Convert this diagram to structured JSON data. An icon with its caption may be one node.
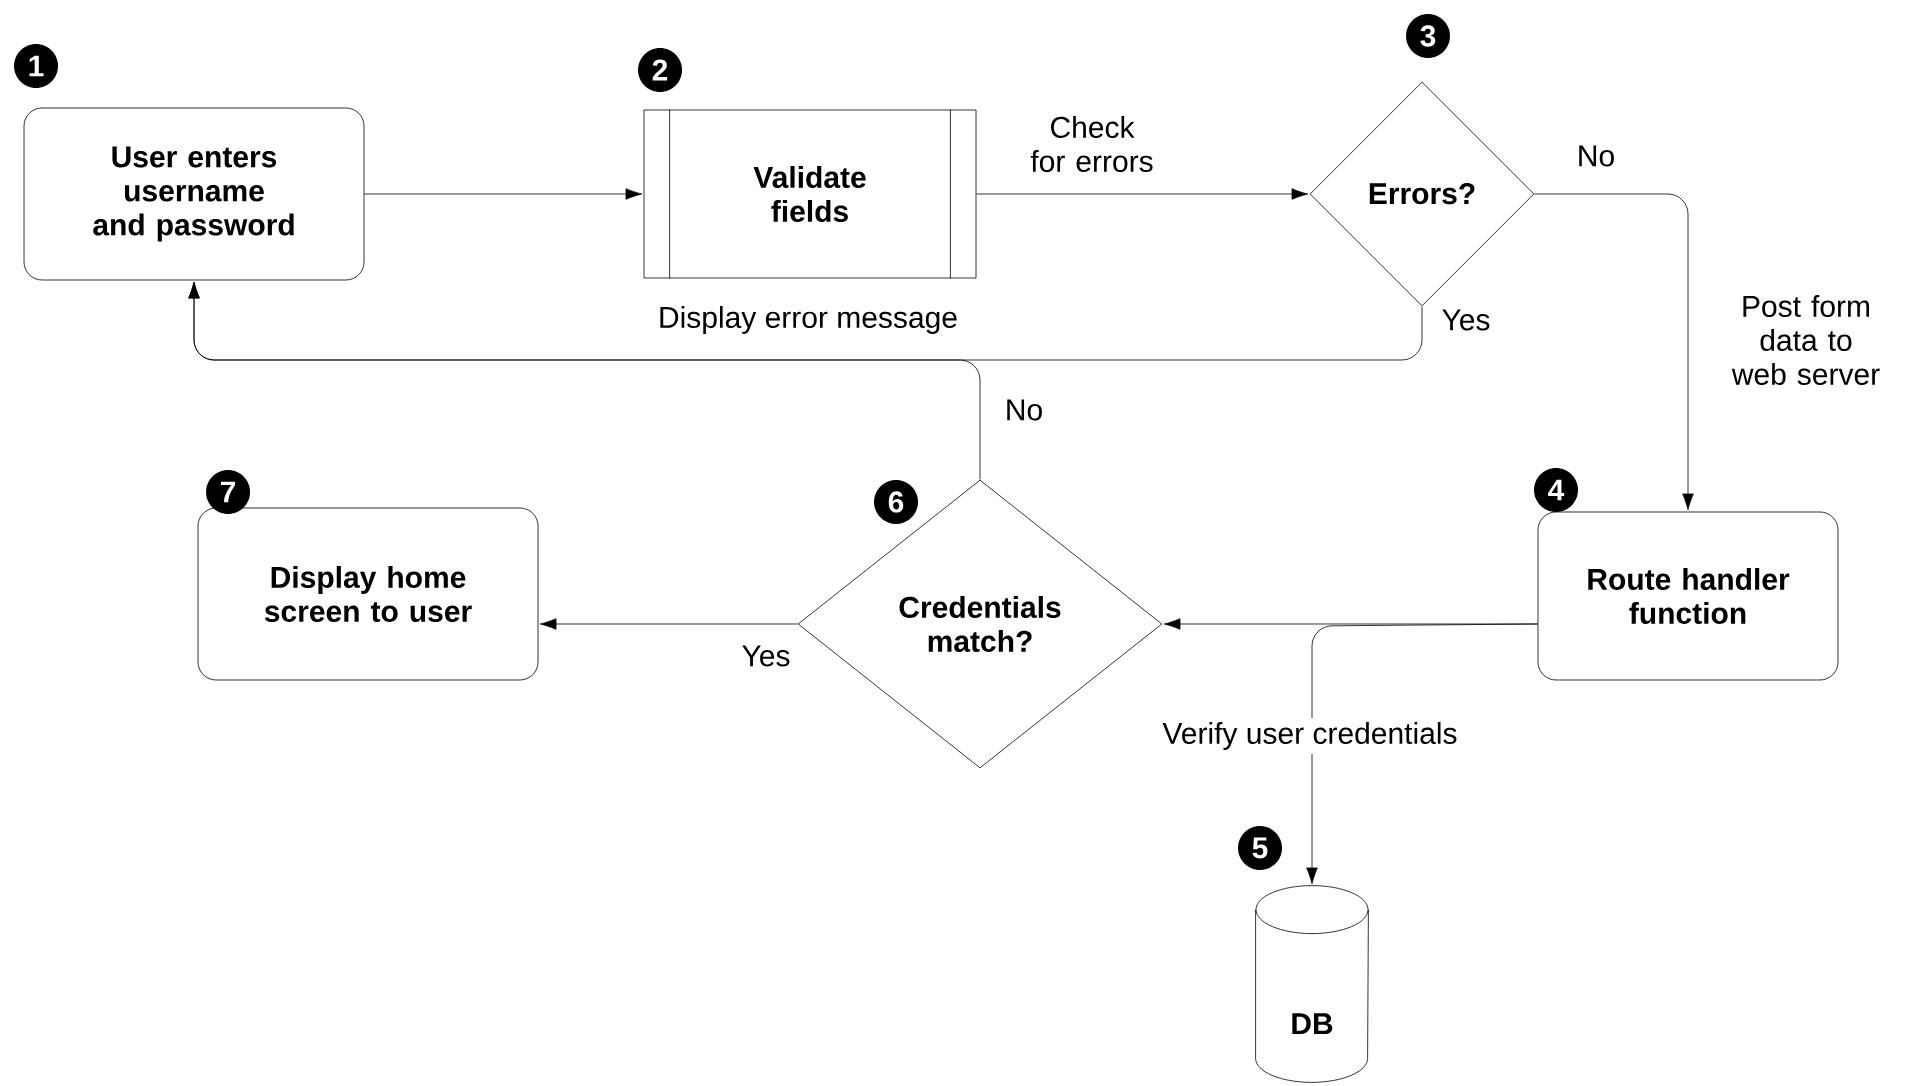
{
  "diagram": {
    "nodes": [
      {
        "text": [
          "User enters username and password"
        ],
        "beside": [
          "1"
        ]
      },
      {
        "text": [
          "Validate fields"
        ],
        "beside": [
          "2"
        ]
      },
      {
        "text": [
          "Errors?"
        ],
        "beside": [
          "3"
        ]
      },
      {
        "text": [
          "Route handler function"
        ],
        "beside": [
          "4"
        ]
      },
      {
        "text": [
          "DB"
        ],
        "beside": [
          "5"
        ]
      },
      {
        "text": [
          "Credentials match?"
        ],
        "beside": [
          "6"
        ]
      },
      {
        "text": [
          "Display home screen to user"
        ],
        "beside": [
          "7"
        ]
      }
    ],
    "edges": [
      {
        "from": 0,
        "to": 1,
        "arrow": "to"
      },
      {
        "from": 1,
        "to": 2,
        "arrow": "to",
        "label": "Check for errors"
      },
      {
        "from": 2,
        "to": 3,
        "arrow": "to",
        "label": "No"
      },
      {
        "from": 2,
        "to": 0,
        "arrow": "to",
        "label": "Yes"
      },
      {
        "from": 5,
        "to": 0,
        "arrow": "to",
        "label": "No"
      },
      {
        "from": 3,
        "to": 5,
        "arrow": "to"
      },
      {
        "from": 3,
        "to": 4,
        "arrow": "to",
        "label": "Verify user credentials"
      },
      {
        "from": 5,
        "to": 6,
        "arrow": "to",
        "label": "Yes"
      }
    ],
    "labels": [
      "Display error message",
      "Post form data to web server"
    ]
  }
}
